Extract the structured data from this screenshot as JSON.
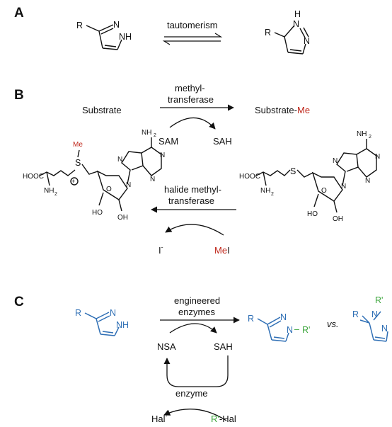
{
  "panels": {
    "a": "A",
    "b": "B",
    "c": "C"
  },
  "panel_a": {
    "left": {
      "r": "R",
      "n1": "N",
      "n2": "NH"
    },
    "arrow_label": "tautomerism",
    "right": {
      "r": "R",
      "h": "H",
      "n1": "N",
      "n2": "N"
    }
  },
  "panel_b": {
    "substrate": "Substrate",
    "arrow_label_1": "methyl-",
    "arrow_label_2": "transferase",
    "product_prefix": "Substrate-",
    "product_suffix": "Me",
    "sam": "SAM",
    "sah": "SAH",
    "halide_label_1": "halide methyl-",
    "halide_label_2": "transferase",
    "iodide": "I",
    "iodide_charge": "-",
    "mei_prefix": "Me",
    "mei_suffix": "I",
    "sam_struct": {
      "hooc": "HOOC",
      "nh2": "NH",
      "nh2_sub": "2",
      "s": "S",
      "me": "Me",
      "plus": "+",
      "o": "O",
      "ho": "HO",
      "oh": "OH",
      "nh2_top": "NH",
      "nh2_top_sub": "2",
      "n": "N"
    },
    "sah_struct": {
      "hooc": "HOOC",
      "nh2": "NH",
      "nh2_sub": "2",
      "s": "S",
      "o": "O",
      "ho": "HO",
      "oh": "OH",
      "nh2_top": "NH",
      "nh2_top_sub": "2",
      "n": "N"
    }
  },
  "panel_c": {
    "sm": {
      "r": "R",
      "n1": "N",
      "n2": "NH"
    },
    "arrow_label_1": "engineered",
    "arrow_label_2": "enzymes",
    "prod1": {
      "r": "R",
      "n1": "N",
      "n2": "N",
      "dash": "–",
      "rprime": "R'"
    },
    "vs": "vs.",
    "prod2": {
      "r": "R",
      "rprime": "R'",
      "n1": "N",
      "n2": "N"
    },
    "nsa": "NSA",
    "sah": "SAH",
    "enzyme": "enzyme",
    "hal": "Hal",
    "hal_charge": "-",
    "rhal_prefix": "R'",
    "rhal_suffix": "-Hal"
  },
  "colors": {
    "blue": "#2f6fb5",
    "green": "#3aa53a",
    "red": "#c0281c"
  }
}
